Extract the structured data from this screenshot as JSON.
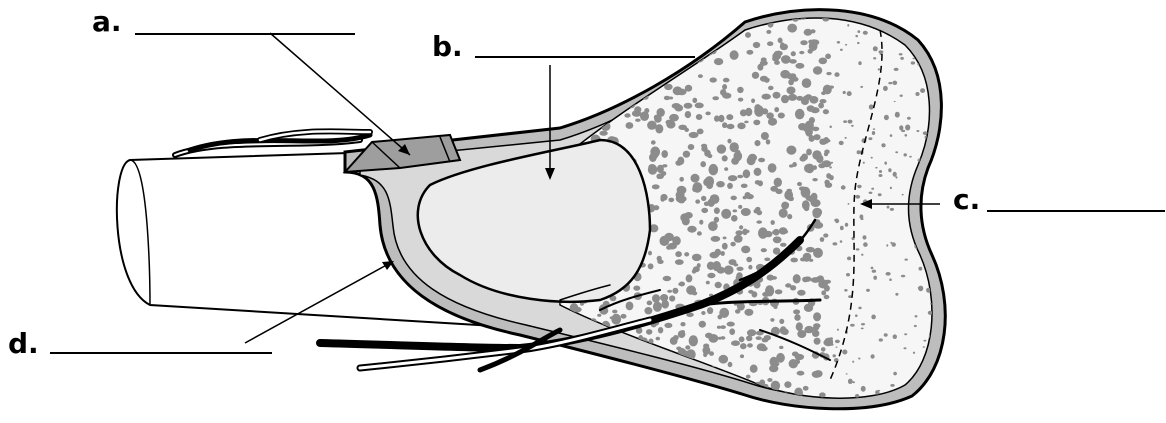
{
  "labels": {
    "a": "a.",
    "b": "b.",
    "c": "c.",
    "d": "d."
  },
  "colors": {
    "outline": "#000000",
    "periosteum": "#a9a9a9",
    "cortical": "#d9d9d9",
    "cavity": "#ececec",
    "spongy_dots": "#8c8c8c",
    "background": "#ffffff"
  }
}
